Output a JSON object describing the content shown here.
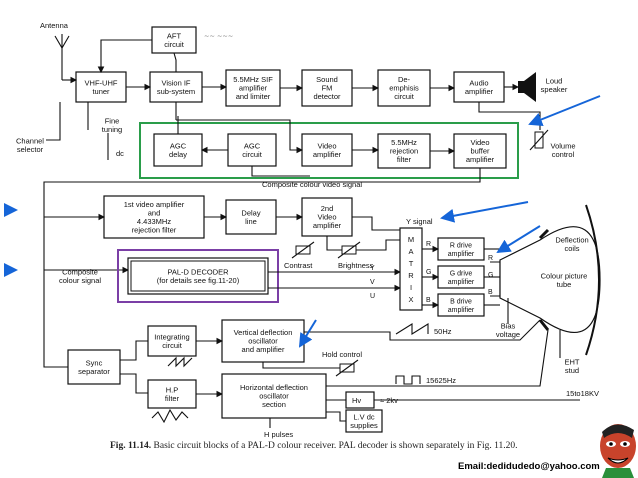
{
  "blocks": {
    "antenna": "Antenna",
    "aft": [
      "AFT",
      "circuit"
    ],
    "vhf_tuner": [
      "VHF-UHF",
      "tuner"
    ],
    "vision_if": [
      "Vision IF",
      "sub-system"
    ],
    "sif_amp": [
      "5.5MHz SIF",
      "amplifier",
      "and limiter"
    ],
    "fm_detector": [
      "Sound",
      "FM",
      "detector"
    ],
    "de_emphasis": [
      "De-",
      "emphisis",
      "circuit"
    ],
    "audio_amp": [
      "Audio",
      "amplifier"
    ],
    "loudspeaker": [
      "Loud",
      "speaker"
    ],
    "channel_selector": [
      "Channel",
      "selector"
    ],
    "fine_tuning": [
      "Fine",
      "tuning"
    ],
    "dc": "dc",
    "agc_delay": [
      "AGC",
      "delay"
    ],
    "agc_circuit": [
      "AGC",
      "circuit"
    ],
    "video_amp": [
      "Video",
      "amplifier"
    ],
    "rejection_filter": [
      "5.5MHz",
      "rejection",
      "filter"
    ],
    "video_buffer": [
      "Video",
      "buffer",
      "amplifier"
    ],
    "volume_control": [
      "Volume",
      "control"
    ],
    "composite_signal": "Composite colour video signal",
    "first_video_amp": [
      "1st video amplifier",
      "and",
      "4.433MHz",
      "rejection filter"
    ],
    "delay_line": [
      "Delay",
      "line"
    ],
    "second_video_amp": [
      "2nd",
      "Video",
      "amplifier"
    ],
    "y_signal": "Y signal",
    "contrast": "Contrast",
    "brightness": "Brightness",
    "composite_colour_signal": [
      "Composite",
      "colour signal"
    ],
    "pal_decoder": [
      "PAL-D DECODER",
      "(for details see fig.11-20)"
    ],
    "matrix_letters": [
      "M",
      "A",
      "T",
      "R",
      "I",
      "X"
    ],
    "matrix_inputs": [
      "Y",
      "V",
      "U"
    ],
    "drive_amps": [
      {
        "letter": "R",
        "label": [
          "R drive",
          "amplifier"
        ]
      },
      {
        "letter": "G",
        "label": [
          "G drive",
          "amplifier"
        ]
      },
      {
        "letter": "B",
        "label": [
          "B drive",
          "amplifier"
        ]
      }
    ],
    "tube_letters": [
      "R",
      "G",
      "B"
    ],
    "deflection_coils": [
      "Deflection",
      "coils"
    ],
    "colour_tube": [
      "Colour picture",
      "tube"
    ],
    "bias_voltage": [
      "Bias",
      "voltage"
    ],
    "integrating": [
      "Integrating",
      "circuit"
    ],
    "vertical_osc": [
      "Vertical deflection",
      "oscillator",
      "and amplifier"
    ],
    "freq_50": "50Hz",
    "hold_control": "Hold control",
    "sync_sep": [
      "Sync",
      "separator"
    ],
    "hp_filter": [
      "H.P",
      "filter"
    ],
    "horizontal_osc": [
      "Horizontal deflection",
      "oscillator",
      "section"
    ],
    "freq_15625": "15625Hz",
    "hv": "Hv",
    "kv2": "≈ 2kv",
    "lv_dc": [
      "L.V dc",
      "supplies"
    ],
    "h_pulses": "H pulses",
    "eht_stud": [
      "EHT",
      "stud"
    ],
    "kv_range": "15to18KV"
  },
  "caption": {
    "prefix": "Fig. 11.14.",
    "text": "Basic circuit blocks of a PAL-D colour receiver. PAL decoder is shown separately in Fig. 11.20."
  },
  "email": "Email:dedidudedo@yahoo.com",
  "colors": {
    "green_box": "#2a9d4a",
    "purple_box": "#7b3fa6",
    "arrows": "#1565d8"
  }
}
